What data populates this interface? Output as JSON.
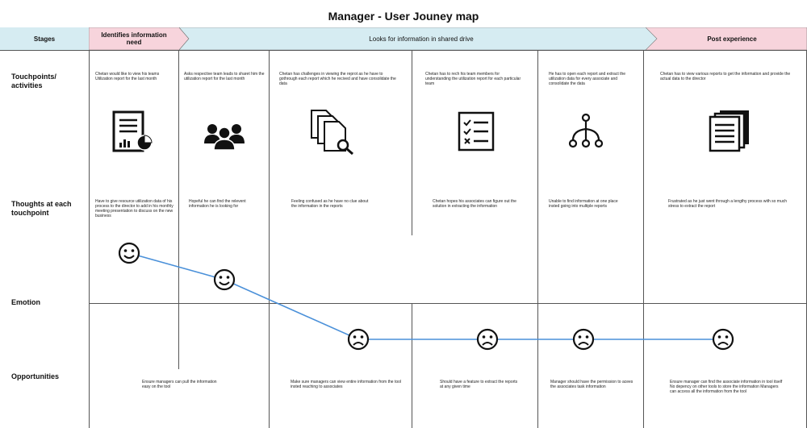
{
  "title": "Manager - User Jouney map",
  "stages": {
    "header": "Stages",
    "items": [
      {
        "label": "Identifies information need",
        "color": "#f7d4dc"
      },
      {
        "label": "Looks for information in shared drive",
        "color": "#d6ecf2"
      },
      {
        "label": "Post experience",
        "color": "#f7d4dc"
      }
    ]
  },
  "rows": {
    "touchpoints": "Touchpoints/ activities",
    "thoughts": "Thoughts at each touchpoint",
    "emotion": "Emotion",
    "opportunities": "Opportunities"
  },
  "columns": [
    {
      "touchpoint": "Chetan would like to view his teams Utilization report for the last month",
      "icon": "report-chart-icon",
      "thought": "Have to give resource utilization data of his process to the director to add in his monthly meeting presentation to discuss on the new business",
      "emotion": "happy",
      "opportunity": "Ensure managers can pull the information easy on the tool"
    },
    {
      "touchpoint": "Asks respective team leads to sharet him the utilization report for the last month",
      "icon": "team-group-icon",
      "thought": "Hopeful he can find the relevent information he is looking for",
      "emotion": "happy",
      "opportunity": ""
    },
    {
      "touchpoint": "Chetan has challenges in viewing the reprot as he have to gothrough each report which he recived and have consolidate the data",
      "icon": "document-search-icon",
      "thought": "Feeling confused as he have no clue about the information in the reports",
      "emotion": "sad",
      "opportunity": "Make sure managers can view entire information from the tool insted reaching to associates"
    },
    {
      "touchpoint": "Chetan has to rech his team members for understanding the utilization report for each particular team",
      "icon": "checklist-icon",
      "thought": "Chetan hopes his associates can figure out the solution in extracting the information",
      "emotion": "sad",
      "opportunity": "Should have a feature to extract the reports at any given time"
    },
    {
      "touchpoint": "He has to open each report and extract the utilization data for every associate and consolidate the data",
      "icon": "hierarchy-icon",
      "thought": "Unable to find information at one place insted going into multiple reports",
      "emotion": "sad",
      "opportunity": "Manager should have the permission to acees the associates task information"
    },
    {
      "touchpoint": "Chetan has to view various reports to get the information and provide the actual data to the director",
      "icon": "documents-stack-icon",
      "thought": "Frustrated as he just went through a lengthy process with so much stress to extract the report",
      "emotion": "sad",
      "opportunity": "Ensure manager can find the associate information in tool itself No depency on other tools to store the information Managers can access all the information from the tool"
    }
  ],
  "colors": {
    "emotion_line": "#4a90d9",
    "grid": "#555555"
  }
}
